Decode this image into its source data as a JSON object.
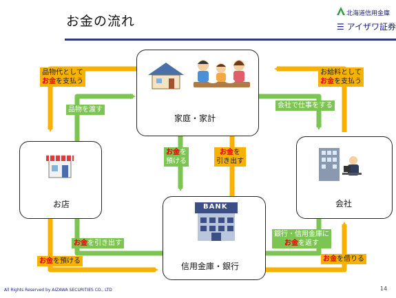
{
  "header": {
    "title": "お金の流れ",
    "logo_line1": "北海道信用金庫",
    "logo_line2": "アイザワ証券"
  },
  "nodes": {
    "household": "家庭・家計",
    "shop": "お店",
    "company": "会社",
    "bank": "信用金庫・銀行",
    "bank_sign": "BANK"
  },
  "flows": {
    "pay_goods": {
      "pre": "品物代として",
      "money": "お金",
      "post": "を支払う"
    },
    "give_goods": {
      "text": "品物を渡す"
    },
    "salary": {
      "pre": "お給料として",
      "money": "お金",
      "post": "を支払う"
    },
    "work": {
      "text": "会社で仕事をする"
    },
    "deposit_household": {
      "money": "お金",
      "post": "を",
      "line2": "預ける"
    },
    "withdraw_household": {
      "money": "お金",
      "post": "を",
      "line2": "引き出す"
    },
    "shop_withdraw": {
      "money": "お金",
      "post": "を引き出す"
    },
    "shop_deposit": {
      "money": "お金",
      "post": "を預ける"
    },
    "company_repay": {
      "pre": "銀行・信用金庫に",
      "money": "お金",
      "post": "を返す"
    },
    "company_borrow": {
      "money": "お金",
      "post": "を借りる"
    }
  },
  "colors": {
    "green": "#7cc552",
    "orange": "#f7b100",
    "money_red": "#e00000",
    "header_line": "#2b3a7a"
  },
  "footer": {
    "copyright": "All Rights Reserved by AIZAWA SECURITIES CO., LTD",
    "page": "14"
  }
}
